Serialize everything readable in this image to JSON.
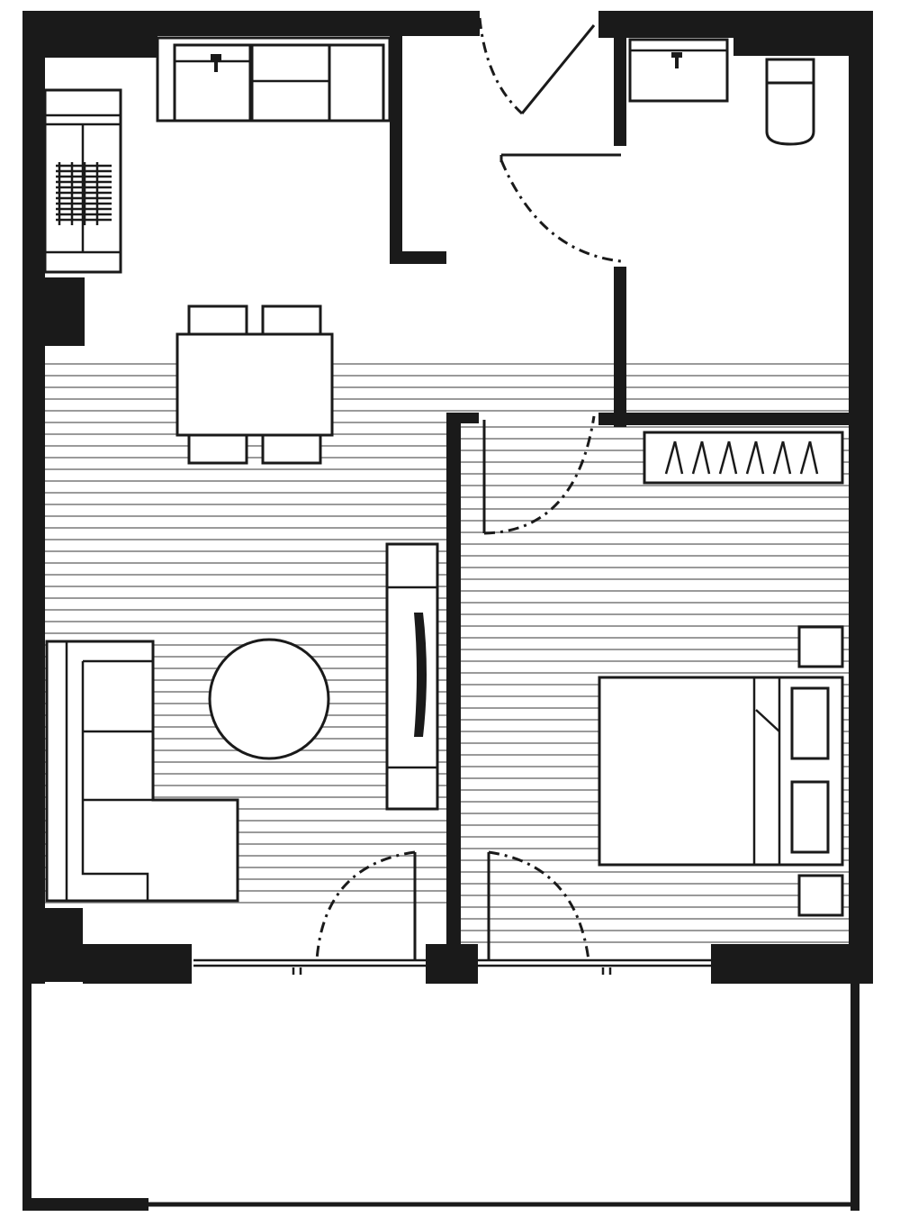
{
  "floor_plan": {
    "colors": {
      "wall": "#1a1a1a",
      "floor_hatching": "#9a9a9a",
      "background": "#ffffff"
    },
    "rooms": [
      "kitchen-dining",
      "living-room",
      "bathroom",
      "bedroom",
      "balcony"
    ],
    "fixtures": [
      "kitchen-sink",
      "fridge",
      "bathroom-sink",
      "toilet",
      "wardrobe",
      "double-bed",
      "bedside-table",
      "dining-table",
      "sofa",
      "coffee-table",
      "tv-unit"
    ]
  }
}
